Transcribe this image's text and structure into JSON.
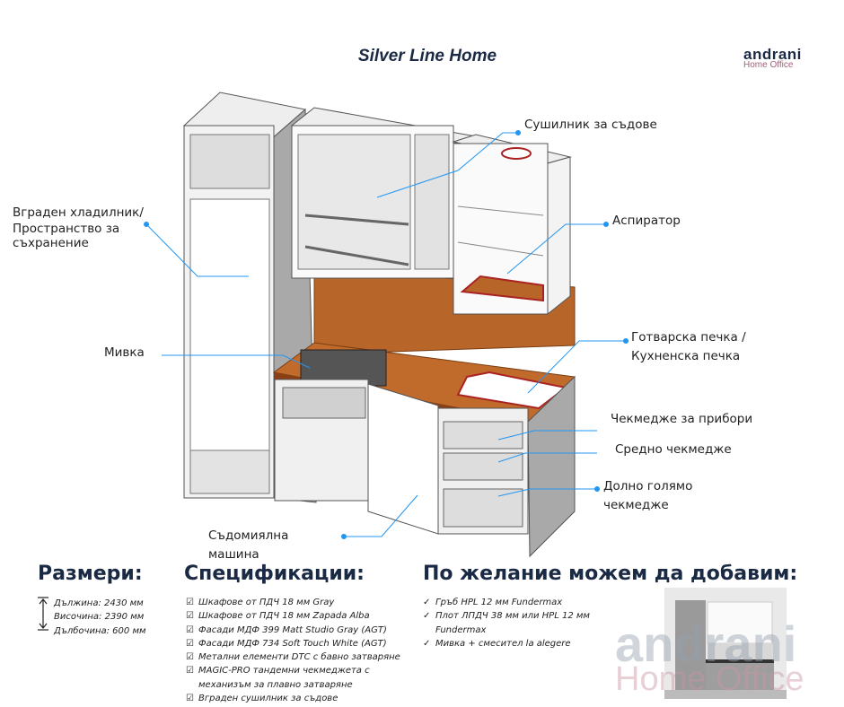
{
  "title": "Silver Line Home",
  "logo": {
    "name": "andrani",
    "sub": "Home Office"
  },
  "watermark": {
    "name": "andrani",
    "sub": "Home Office"
  },
  "callouts": {
    "dish_rack": "Сушилник за съдове",
    "fridge": [
      "Вграден хладилник/",
      "Пространство за",
      "съхранение"
    ],
    "hood": "Аспиратор",
    "sink": "Мивка",
    "stove": [
      "Готварска печка /",
      "Кухненска печка"
    ],
    "cutlery_drawer": "Чекмедже за прибори",
    "middle_drawer": "Средно чекмедже",
    "bottom_drawer": [
      "Долно голямо",
      "чекмедже"
    ],
    "dishwasher": [
      "Съдомиялна",
      "машина"
    ]
  },
  "dimensions": {
    "heading": "Размери:",
    "items": [
      "Дължина: 2430 мм",
      "Височина: 2390 мм",
      "Дълбочина: 600 мм"
    ]
  },
  "specs": {
    "heading": "Спецификации:",
    "items": [
      "Шкафове от ПДЧ  18 мм  Gray",
      "Шкафове от ПДЧ  18 мм  Zapada Alba",
      "Фасади МДФ 399 Matt Studio Gray (AGT)",
      "Фасади МДФ 734 Soft Touch White (AGT)",
      "Метални елементи DTC с бавно затваряне",
      "MAGIC-PRO тандемни чекмеджета с",
      "механизъм за плавно затваряне",
      "Вграден сушилник за съдове"
    ]
  },
  "extras": {
    "heading": "По желание можем да добавим:",
    "items": [
      "Гръб HPL 12 мм  Fundermax",
      "Плот ЛПДЧ 38 мм или HPL 12 мм",
      "Fundermax",
      "Мивка + смесител la alegere"
    ]
  },
  "colors": {
    "text": "#1b2a44",
    "accent": "#2196f3",
    "worktop": "#b8652a"
  }
}
